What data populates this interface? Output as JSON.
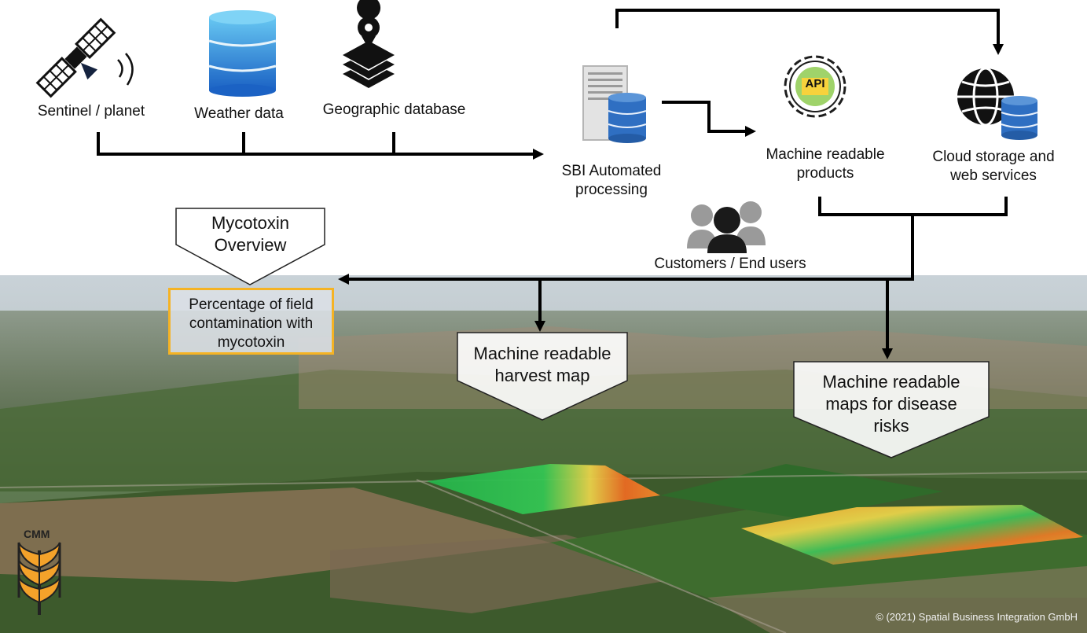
{
  "sources": {
    "satellite": "Sentinel / planet",
    "weather": "Weather data",
    "geo": "Geographic database"
  },
  "processing": "SBI Automated\nprocessing",
  "products": "Machine readable\nproducts",
  "cloud": "Cloud storage and\nweb services",
  "api_badge": "API",
  "customers": "Customers / End users",
  "callouts": {
    "mycotoxin": "Mycotoxin\nOverview",
    "harvest": "Machine readable\nharvest map",
    "disease": "Machine readable\nmaps for disease\nrisks"
  },
  "contamination_box": "Percentage of field\ncontamination  with\nmycotoxin",
  "logo": "CMM",
  "credit": "© (2021) Spatial Business Integration GmbH",
  "colors": {
    "arrow": "#000000",
    "highlight_border": "#f5b324",
    "db_blue": "#2f7fd6",
    "logo_orange": "#f4a22a"
  }
}
